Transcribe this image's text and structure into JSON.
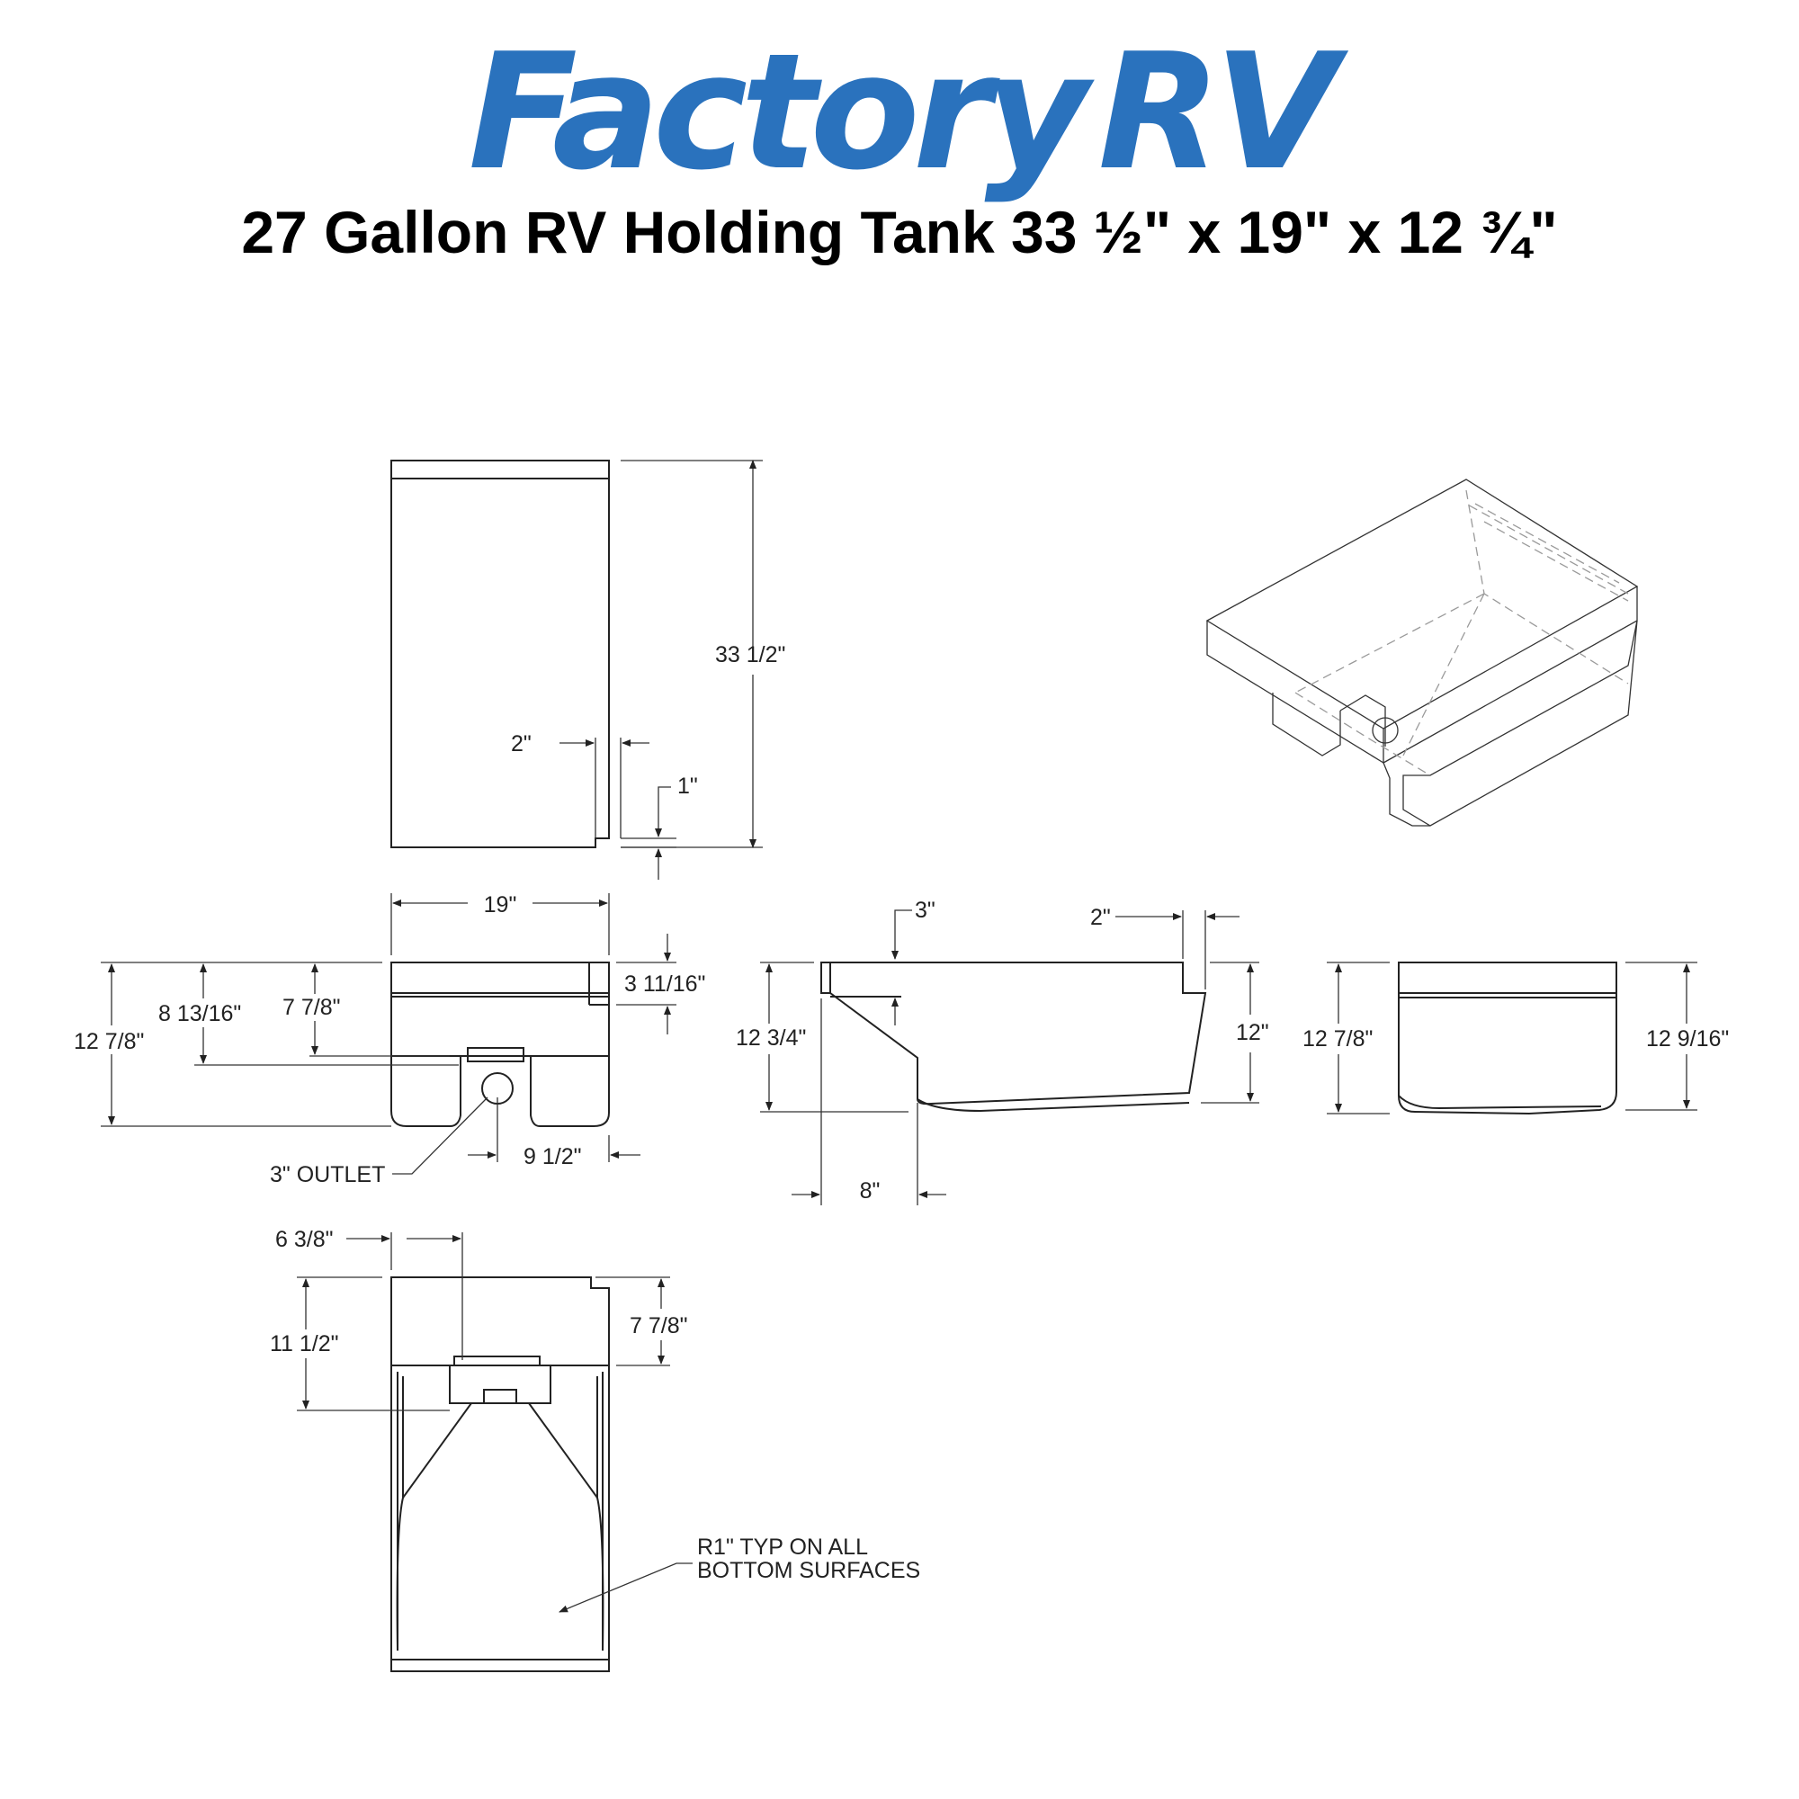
{
  "brand": {
    "name_part1": "Factory",
    "name_part2": "RV",
    "color": "#2a72bd"
  },
  "title": "27 Gallon RV Holding Tank 33 ½\" x 19\" x 12 ¾\"",
  "dimensions": {
    "top_length": "33 1/2\"",
    "top_step": "2\"",
    "top_drop": "1\"",
    "front_width": "19\"",
    "front_top_notch": "3 11/16\"",
    "front_height_overall": "12 7/8\"",
    "front_outlet_height": "8 13/16\"",
    "front_outlet_top": "7 7/8\"",
    "outlet_label": "3\" OUTLET",
    "outlet_offset": "9 1/2\"",
    "side_top_offset": "3\"",
    "side_step": "2\"",
    "side_height_left": "12 3/4\"",
    "side_height_right": "12\"",
    "side_bottom_offset": "8\"",
    "end_height_left": "12 7/8\"",
    "end_height_right": "12 9/16\"",
    "bottom_width_offset": "6 3/8\"",
    "bottom_depth": "11 1/2\"",
    "bottom_notch": "7 7/8\"",
    "radius_note_line1": "R1\" TYP ON ALL",
    "radius_note_line2": "BOTTOM SURFACES"
  }
}
